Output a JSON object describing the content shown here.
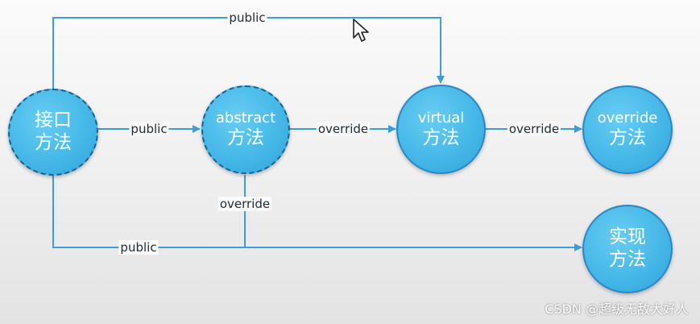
{
  "diagram": {
    "nodes": {
      "interface": {
        "line1": "接口",
        "line2": "方法"
      },
      "abstract": {
        "line1": "abstract",
        "line2": "方法"
      },
      "virtual": {
        "line1": "virtual",
        "line2": "方法"
      },
      "override": {
        "line1": "override",
        "line2": "方法"
      },
      "implement": {
        "line1": "实现",
        "line2": "方法"
      }
    },
    "edges": {
      "interface_to_virtual": "public",
      "interface_to_abstract": "public",
      "abstract_to_virtual": "override",
      "virtual_to_override": "override",
      "abstract_to_implement": "override",
      "interface_to_implement": "public"
    },
    "line_color": "#3a9fd9",
    "node_fill": "#4cbcea",
    "node_border": "#2a86c7"
  },
  "watermark": "CSDN @超级无敌大好人",
  "cursor_icon": "mouse-pointer-icon"
}
